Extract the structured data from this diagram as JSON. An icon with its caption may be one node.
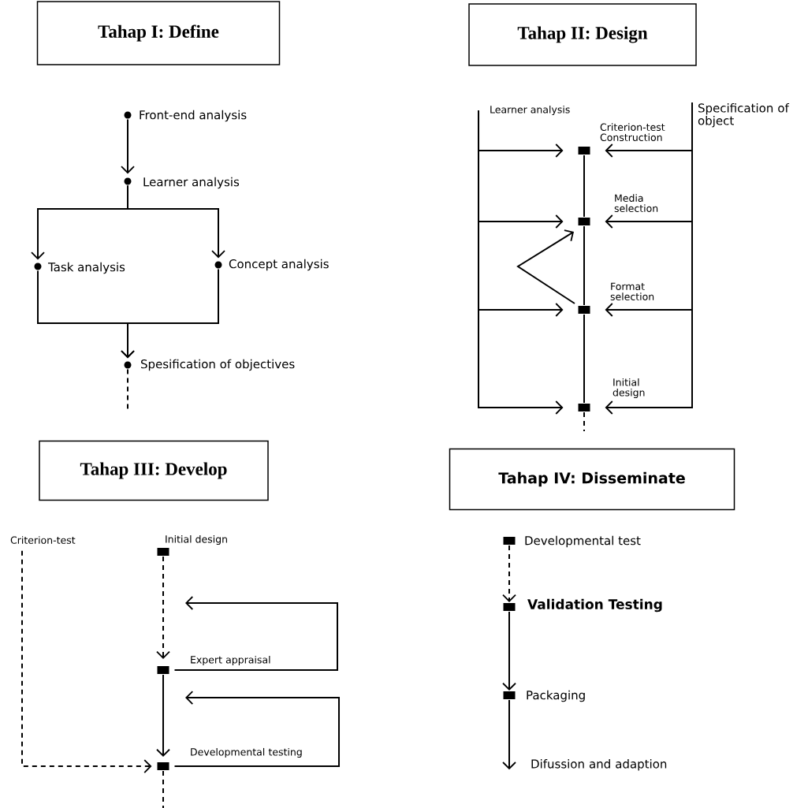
{
  "diagram": {
    "nodes": [
      {
        "text": [
          "Tahap I: Define"
        ]
      },
      {
        "text": [
          "Front-end analysis"
        ]
      },
      {
        "text": [
          "Learner analysis"
        ]
      },
      {
        "text": [
          "Task analysis"
        ]
      },
      {
        "text": [
          "Concept analysis"
        ]
      },
      {
        "text": [
          "Spesification of objectives"
        ]
      },
      {
        "text": [
          "Tahap II: Design"
        ]
      },
      {
        "text": [
          "Learner analysis"
        ]
      },
      {
        "text": [
          "Specification of object"
        ]
      },
      {
        "text": [
          "Criterion-test Construction"
        ]
      },
      {
        "text": [
          "Media selection"
        ]
      },
      {
        "text": [
          "Format selection"
        ]
      },
      {
        "text": [
          "Initial design"
        ]
      },
      {
        "text": [
          "Tahap III: Develop"
        ]
      },
      {
        "text": [
          "Criterion-test"
        ]
      },
      {
        "text": [
          "Initial design"
        ]
      },
      {
        "text": [
          "Expert appraisal"
        ]
      },
      {
        "text": [
          "Developmental testing"
        ]
      },
      {
        "text": [
          "Tahap IV: Disseminate"
        ]
      },
      {
        "text": [
          "Developmental test"
        ]
      },
      {
        "text": [
          "Validation Testing"
        ]
      },
      {
        "text": [
          "Packaging"
        ]
      },
      {
        "text": [
          "Difussion and adaption"
        ]
      }
    ],
    "edges": [
      {
        "from": 1,
        "to": 2,
        "arrow": "to"
      },
      {
        "from": 2,
        "to": 3,
        "arrow": "to"
      },
      {
        "from": 2,
        "to": 4,
        "arrow": "to"
      },
      {
        "from": 3,
        "to": 5,
        "arrow": "to"
      },
      {
        "from": 4,
        "to": 5,
        "arrow": "to"
      },
      {
        "from": 5,
        "to": null,
        "arrow": "none",
        "style": "dashed"
      },
      {
        "from": 7,
        "to": 9,
        "arrow": "to"
      },
      {
        "from": 7,
        "to": 10,
        "arrow": "to"
      },
      {
        "from": 7,
        "to": 11,
        "arrow": "to"
      },
      {
        "from": 7,
        "to": 12,
        "arrow": "to"
      },
      {
        "from": 8,
        "to": 9,
        "arrow": "to"
      },
      {
        "from": 8,
        "to": 10,
        "arrow": "to"
      },
      {
        "from": 8,
        "to": 11,
        "arrow": "to"
      },
      {
        "from": 8,
        "to": 12,
        "arrow": "to"
      },
      {
        "from": 9,
        "to": 10,
        "arrow": "none"
      },
      {
        "from": 10,
        "to": 11,
        "arrow": "none"
      },
      {
        "from": 11,
        "to": 12,
        "arrow": "none"
      },
      {
        "from": 11,
        "to": 10,
        "arrow": "to"
      },
      {
        "from": 12,
        "to": null,
        "arrow": "none",
        "style": "dashed"
      },
      {
        "from": 15,
        "to": 16,
        "arrow": "to",
        "style": "dashed"
      },
      {
        "from": 16,
        "to": 17,
        "arrow": "to"
      },
      {
        "from": 14,
        "to": 17,
        "arrow": "to",
        "style": "dashed"
      },
      {
        "from": 16,
        "to": null,
        "arrow": "to"
      },
      {
        "from": 17,
        "to": null,
        "arrow": "to"
      },
      {
        "from": 17,
        "to": null,
        "arrow": "none",
        "style": "dashed"
      },
      {
        "from": 19,
        "to": 20,
        "arrow": "to",
        "style": "dashed"
      },
      {
        "from": 20,
        "to": 21,
        "arrow": "to"
      },
      {
        "from": 21,
        "to": 22,
        "arrow": "to"
      }
    ]
  }
}
